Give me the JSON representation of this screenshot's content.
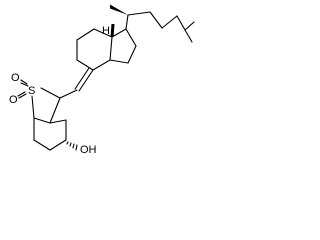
{
  "molecule": {
    "atom_labels": {
      "sulfur": "S",
      "oxo_oxygen_1": "O",
      "oxo_oxygen_2": "O",
      "hydroxyl": "OH"
    },
    "stereo_labels": {
      "ring_fusion_methyl": "H"
    }
  },
  "colors": {
    "bond": "#000000",
    "background": "#ffffff"
  }
}
